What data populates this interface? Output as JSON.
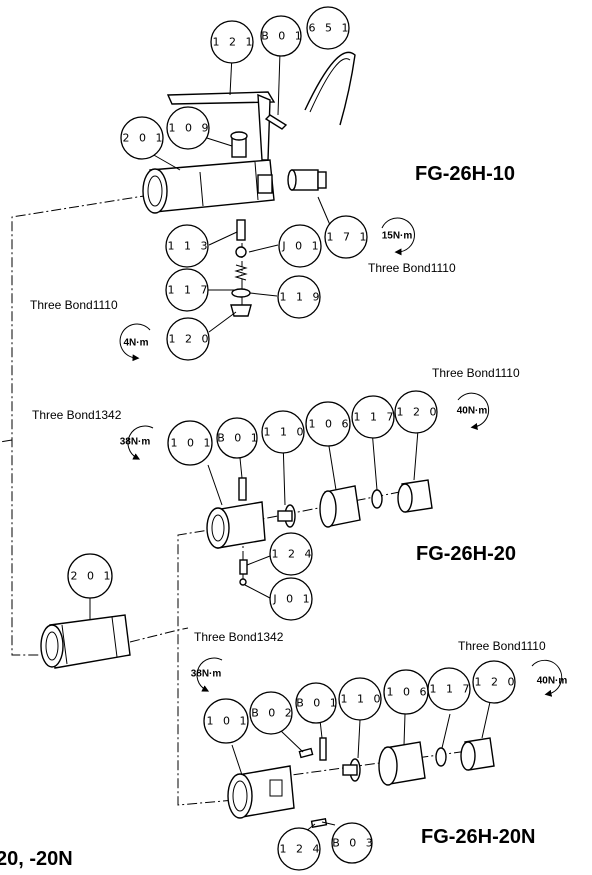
{
  "models": {
    "top": "FG-26H-10",
    "middle": "FG-26H-20",
    "bottom": "FG-26H-20N",
    "footer_partial": "20, -20N"
  },
  "bubbles": {
    "b121": "1 2 1",
    "bB01a": "B 0 1",
    "b651": "6 5 1",
    "b201a": "2 0 1",
    "b109": "1 0 9",
    "b171": "1 7 1",
    "b113": "1 1 3",
    "bJ01a": "J 0 1",
    "b117a": "1 1 7",
    "b119": "1 1 9",
    "b120a": "1 2 0",
    "b101a": "1 0 1",
    "bB01b": "B 0 1",
    "b110a": "1 1 0",
    "b106a": "1 0 6",
    "b117b": "1 1 7",
    "b120b": "1 2 0",
    "b124a": "1 2 4",
    "bJ01b": "J 0 1",
    "b201b": "2 0 1",
    "b101b": "1 0 1",
    "bB02": "B 0 2",
    "bB01c": "B 0 1",
    "b110b": "1 1 0",
    "b106b": "1 0 6",
    "b117c": "1 1 7",
    "b120c": "1 2 0",
    "b124b": "1 2 4",
    "bB03": "B 0 3"
  },
  "adhesive": {
    "tb1110_top": "Three Bond1110",
    "tb1110_left": "Three Bond1110",
    "tb1110_mid": "Three Bond1110",
    "tb1342_mid": "Three Bond1342",
    "tb1342_bot": "Three Bond1342",
    "tb1110_bot": "Three Bond1110"
  },
  "torque": {
    "t15": "15N·m",
    "t4": "4N·m",
    "t40a": "40N·m",
    "t38a": "38N·m",
    "t38b": "38N·m",
    "t40b": "40N·m"
  }
}
